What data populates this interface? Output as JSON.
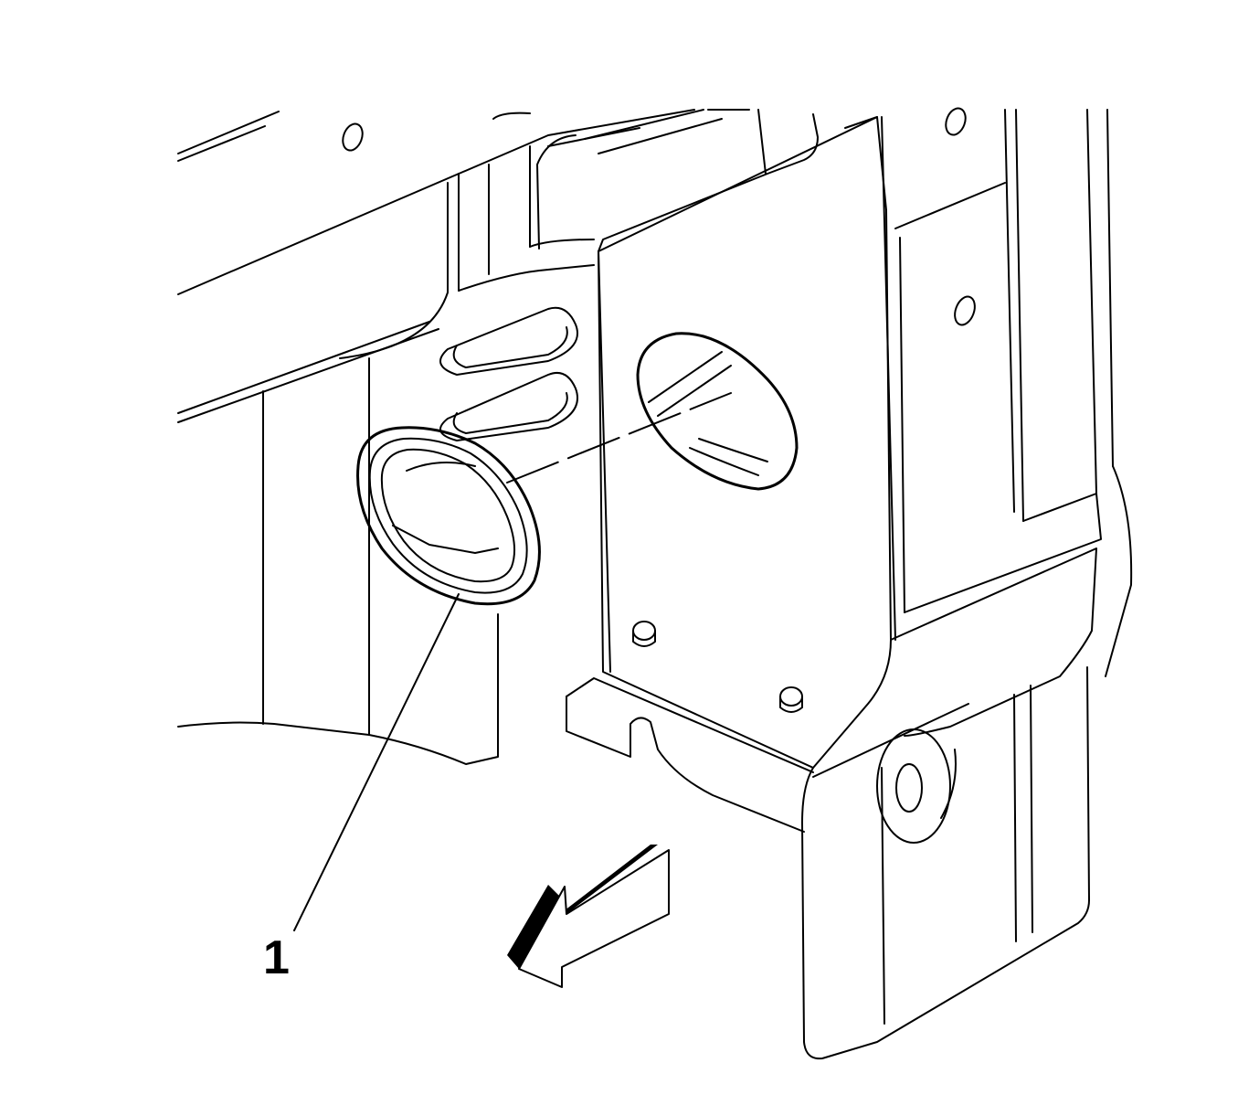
{
  "diagram": {
    "callouts": [
      {
        "label": "1",
        "target": "grommet"
      }
    ],
    "direction_arrow": {
      "icon": "front-direction-arrow-icon",
      "points": "lower-left"
    },
    "line_color": "#000000",
    "background_color": "#ffffff"
  }
}
